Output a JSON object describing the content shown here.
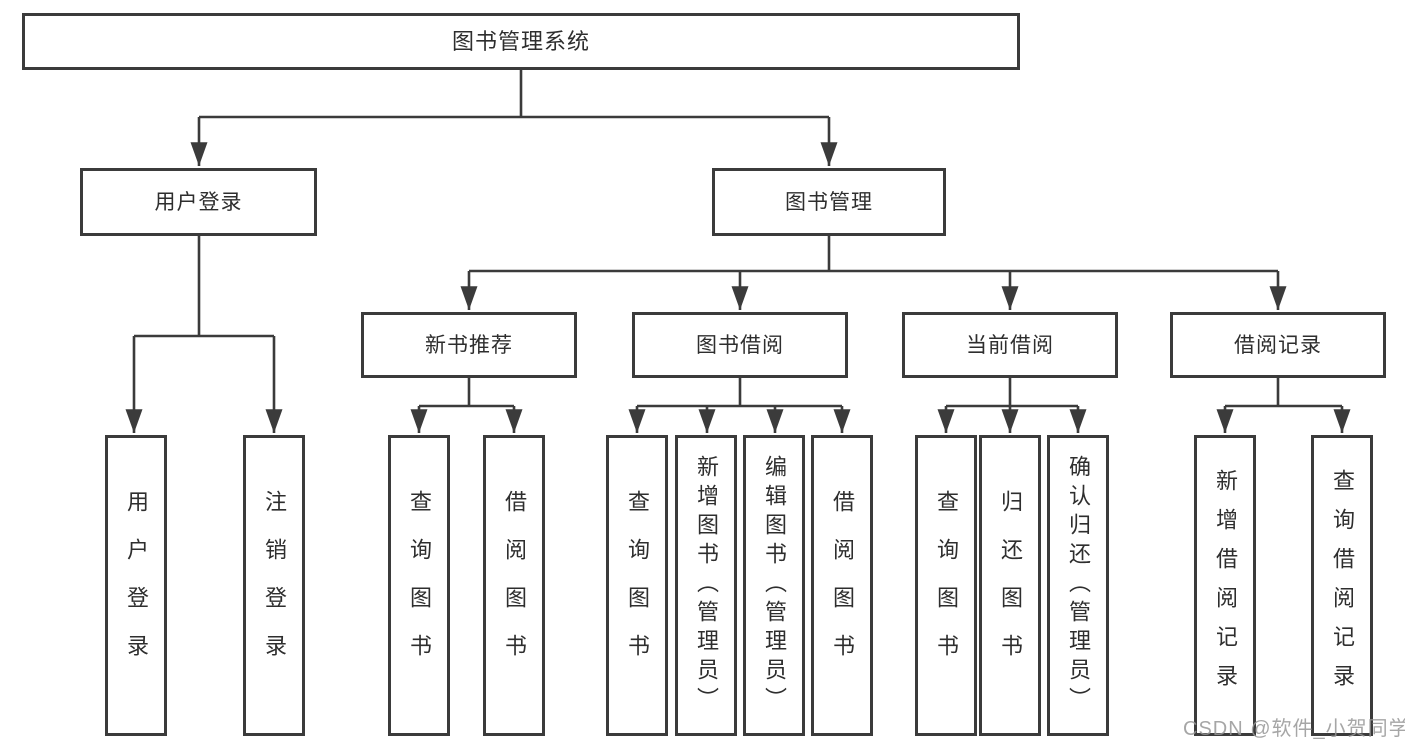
{
  "root": {
    "label": "图书管理系统"
  },
  "level2": {
    "user_login": {
      "label": "用户登录"
    },
    "book_mgmt": {
      "label": "图书管理"
    }
  },
  "level3": {
    "new_books": {
      "label": "新书推荐"
    },
    "book_borrow": {
      "label": "图书借阅"
    },
    "current_borrow": {
      "label": "当前借阅"
    },
    "borrow_records": {
      "label": "借阅记录"
    }
  },
  "leaves": {
    "user_login": [
      "用户登录",
      "注销登录"
    ],
    "new_books": [
      "查询图书",
      "借阅图书"
    ],
    "book_borrow": [
      "查询图书",
      "新增图书（管理员）",
      "编辑图书（管理员）",
      "借阅图书"
    ],
    "current_borrow": [
      "查询图书",
      "归还图书",
      "确认归还（管理员）"
    ],
    "borrow_records": [
      "新增借阅记录",
      "查询借阅记录"
    ]
  },
  "watermark": "CSDN @软件_小贺同学",
  "colors": {
    "line": "#3b3b3b",
    "text": "#2e2e2e",
    "watermark": "#969696",
    "background": "#ffffff"
  }
}
